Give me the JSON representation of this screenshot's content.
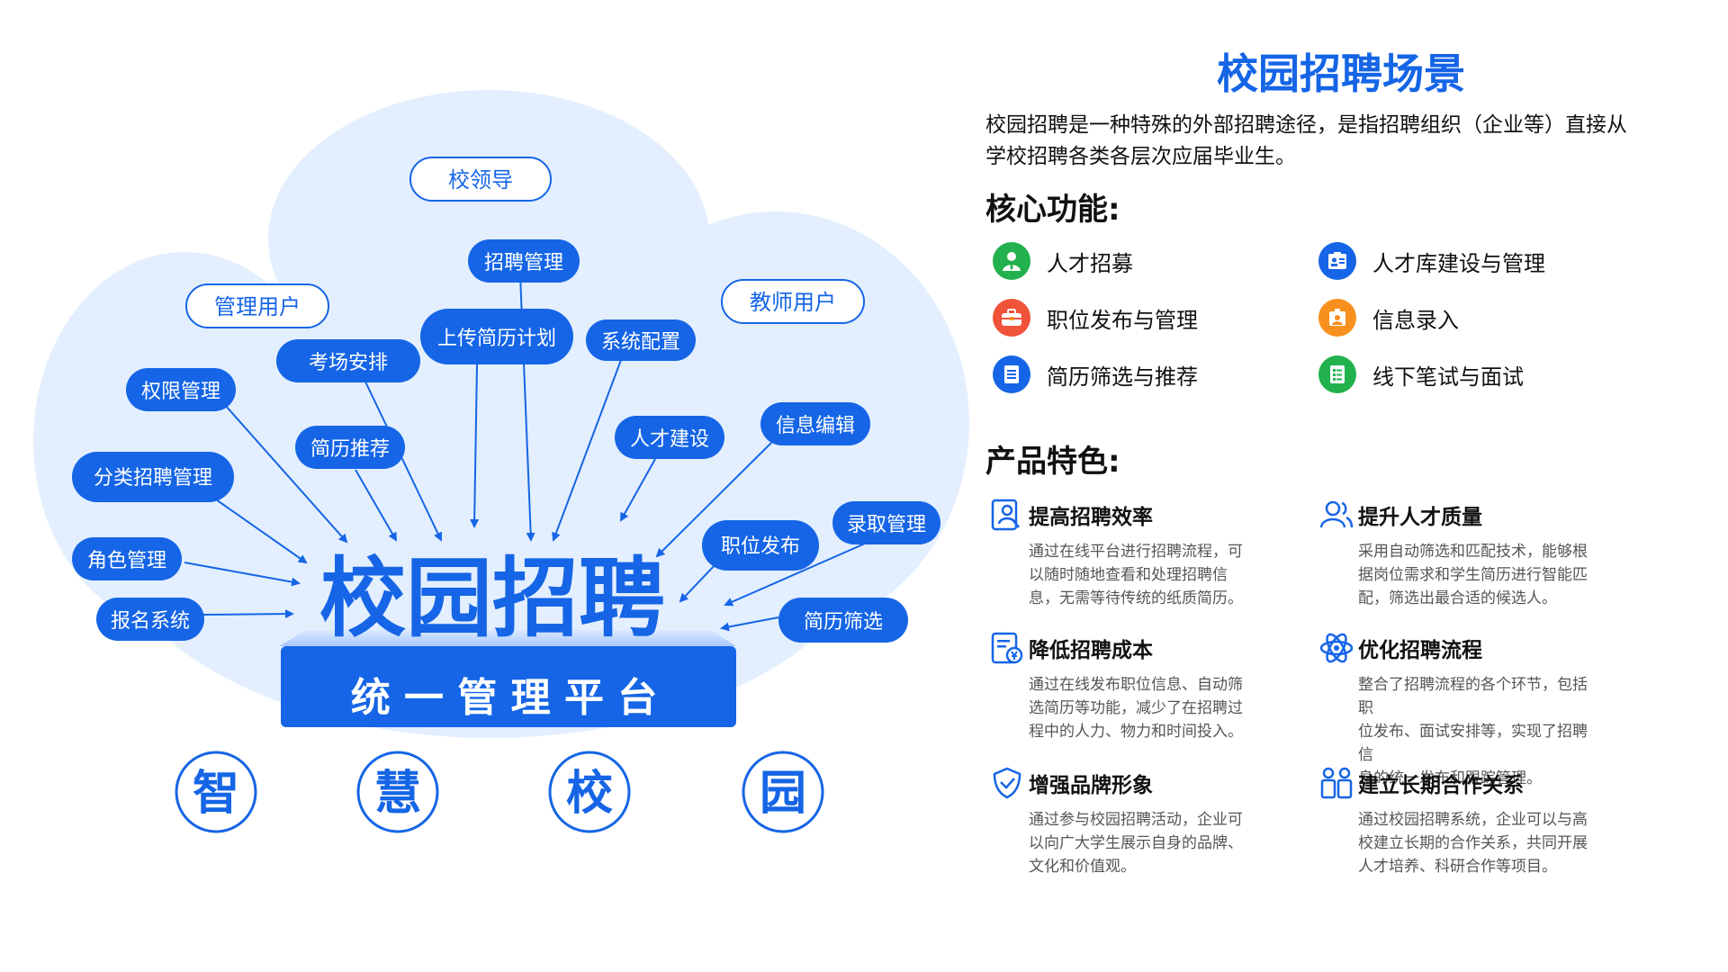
{
  "diagram": {
    "nodes": {
      "leaders": "校领导",
      "recruit_mgmt": "招聘管理",
      "admin_user": "管理用户",
      "teacher_user": "教师用户",
      "upload_plan": "上传简历计划",
      "system_config": "系统配置",
      "exam_arrange": "考场安排",
      "permission": "权限管理",
      "resume_recommend": "简历推荐",
      "talent_build": "人才建设",
      "info_edit": "信息编辑",
      "category_recruit": "分类招聘管理",
      "admission": "录取管理",
      "position_publish": "职位发布",
      "role_mgmt": "角色管理",
      "resume_filter": "简历筛选",
      "signup": "报名系统"
    },
    "main_title": "校园招聘",
    "platform_label": "统 一 管 理 平 台",
    "circles": [
      "智",
      "慧",
      "校",
      "园"
    ]
  },
  "panel": {
    "title": "校园招聘场景",
    "intro_line1": "校园招聘是一种特殊的外部招聘途径，是指招聘组织（企业等）直接从",
    "intro_line2": "学校招聘各类各层次应届毕业生。",
    "core_heading": "核心功能:",
    "core_functions": [
      {
        "label": "人才招募",
        "icon": "user-icon",
        "color": "#22b14c"
      },
      {
        "label": "人才库建设与管理",
        "icon": "id-card-icon",
        "color": "#1565e6"
      },
      {
        "label": "职位发布与管理",
        "icon": "briefcase-icon",
        "color": "#f0523a"
      },
      {
        "label": "信息录入",
        "icon": "badge-icon",
        "color": "#f7901e"
      },
      {
        "label": "简历筛选与推荐",
        "icon": "document-icon",
        "color": "#1565e6"
      },
      {
        "label": "线下笔试与面试",
        "icon": "checklist-icon",
        "color": "#22b14c"
      }
    ],
    "features_heading": "产品特色:",
    "features": [
      {
        "title": "提高招聘效率",
        "icon": "profile-doc-icon",
        "desc_lines": [
          "通过在线平台进行招聘流程，可",
          "以随时随地查看和处理招聘信",
          "息，无需等待传统的纸质简历。"
        ]
      },
      {
        "title": "提升人才质量",
        "icon": "users-icon",
        "desc_lines": [
          "采用自动筛选和匹配技术，能够根",
          "据岗位需求和学生简历进行智能匹",
          "配，筛选出最合适的候选人。"
        ]
      },
      {
        "title": "降低招聘成本",
        "icon": "yuan-doc-icon",
        "desc_lines": [
          "通过在线发布职位信息、自动筛",
          "选简历等功能，减少了在招聘过",
          "程中的人力、物力和时间投入。"
        ]
      },
      {
        "title": "优化招聘流程",
        "icon": "atom-icon",
        "desc_lines": [
          "整合了招聘流程的各个环节，包括职",
          "位发布、面试安排等，实现了招聘信",
          "息的统一发布和跟踪管理。"
        ]
      },
      {
        "title": "增强品牌形象",
        "icon": "shield-check-icon",
        "desc_lines": [
          "通过参与校园招聘活动，企业可",
          "以向广大学生展示自身的品牌、",
          "文化和价值观。"
        ]
      },
      {
        "title": "建立长期合作关系",
        "icon": "team-icon",
        "desc_lines": [
          "通过校园招聘系统，企业可以与高",
          "校建立长期的合作关系，共同开展",
          "人才培养、科研合作等项目。"
        ]
      }
    ]
  },
  "colors": {
    "primary": "#1565e6",
    "cloud": "#e3efff",
    "green": "#22b14c",
    "orange": "#f7901e",
    "red": "#f0523a"
  }
}
